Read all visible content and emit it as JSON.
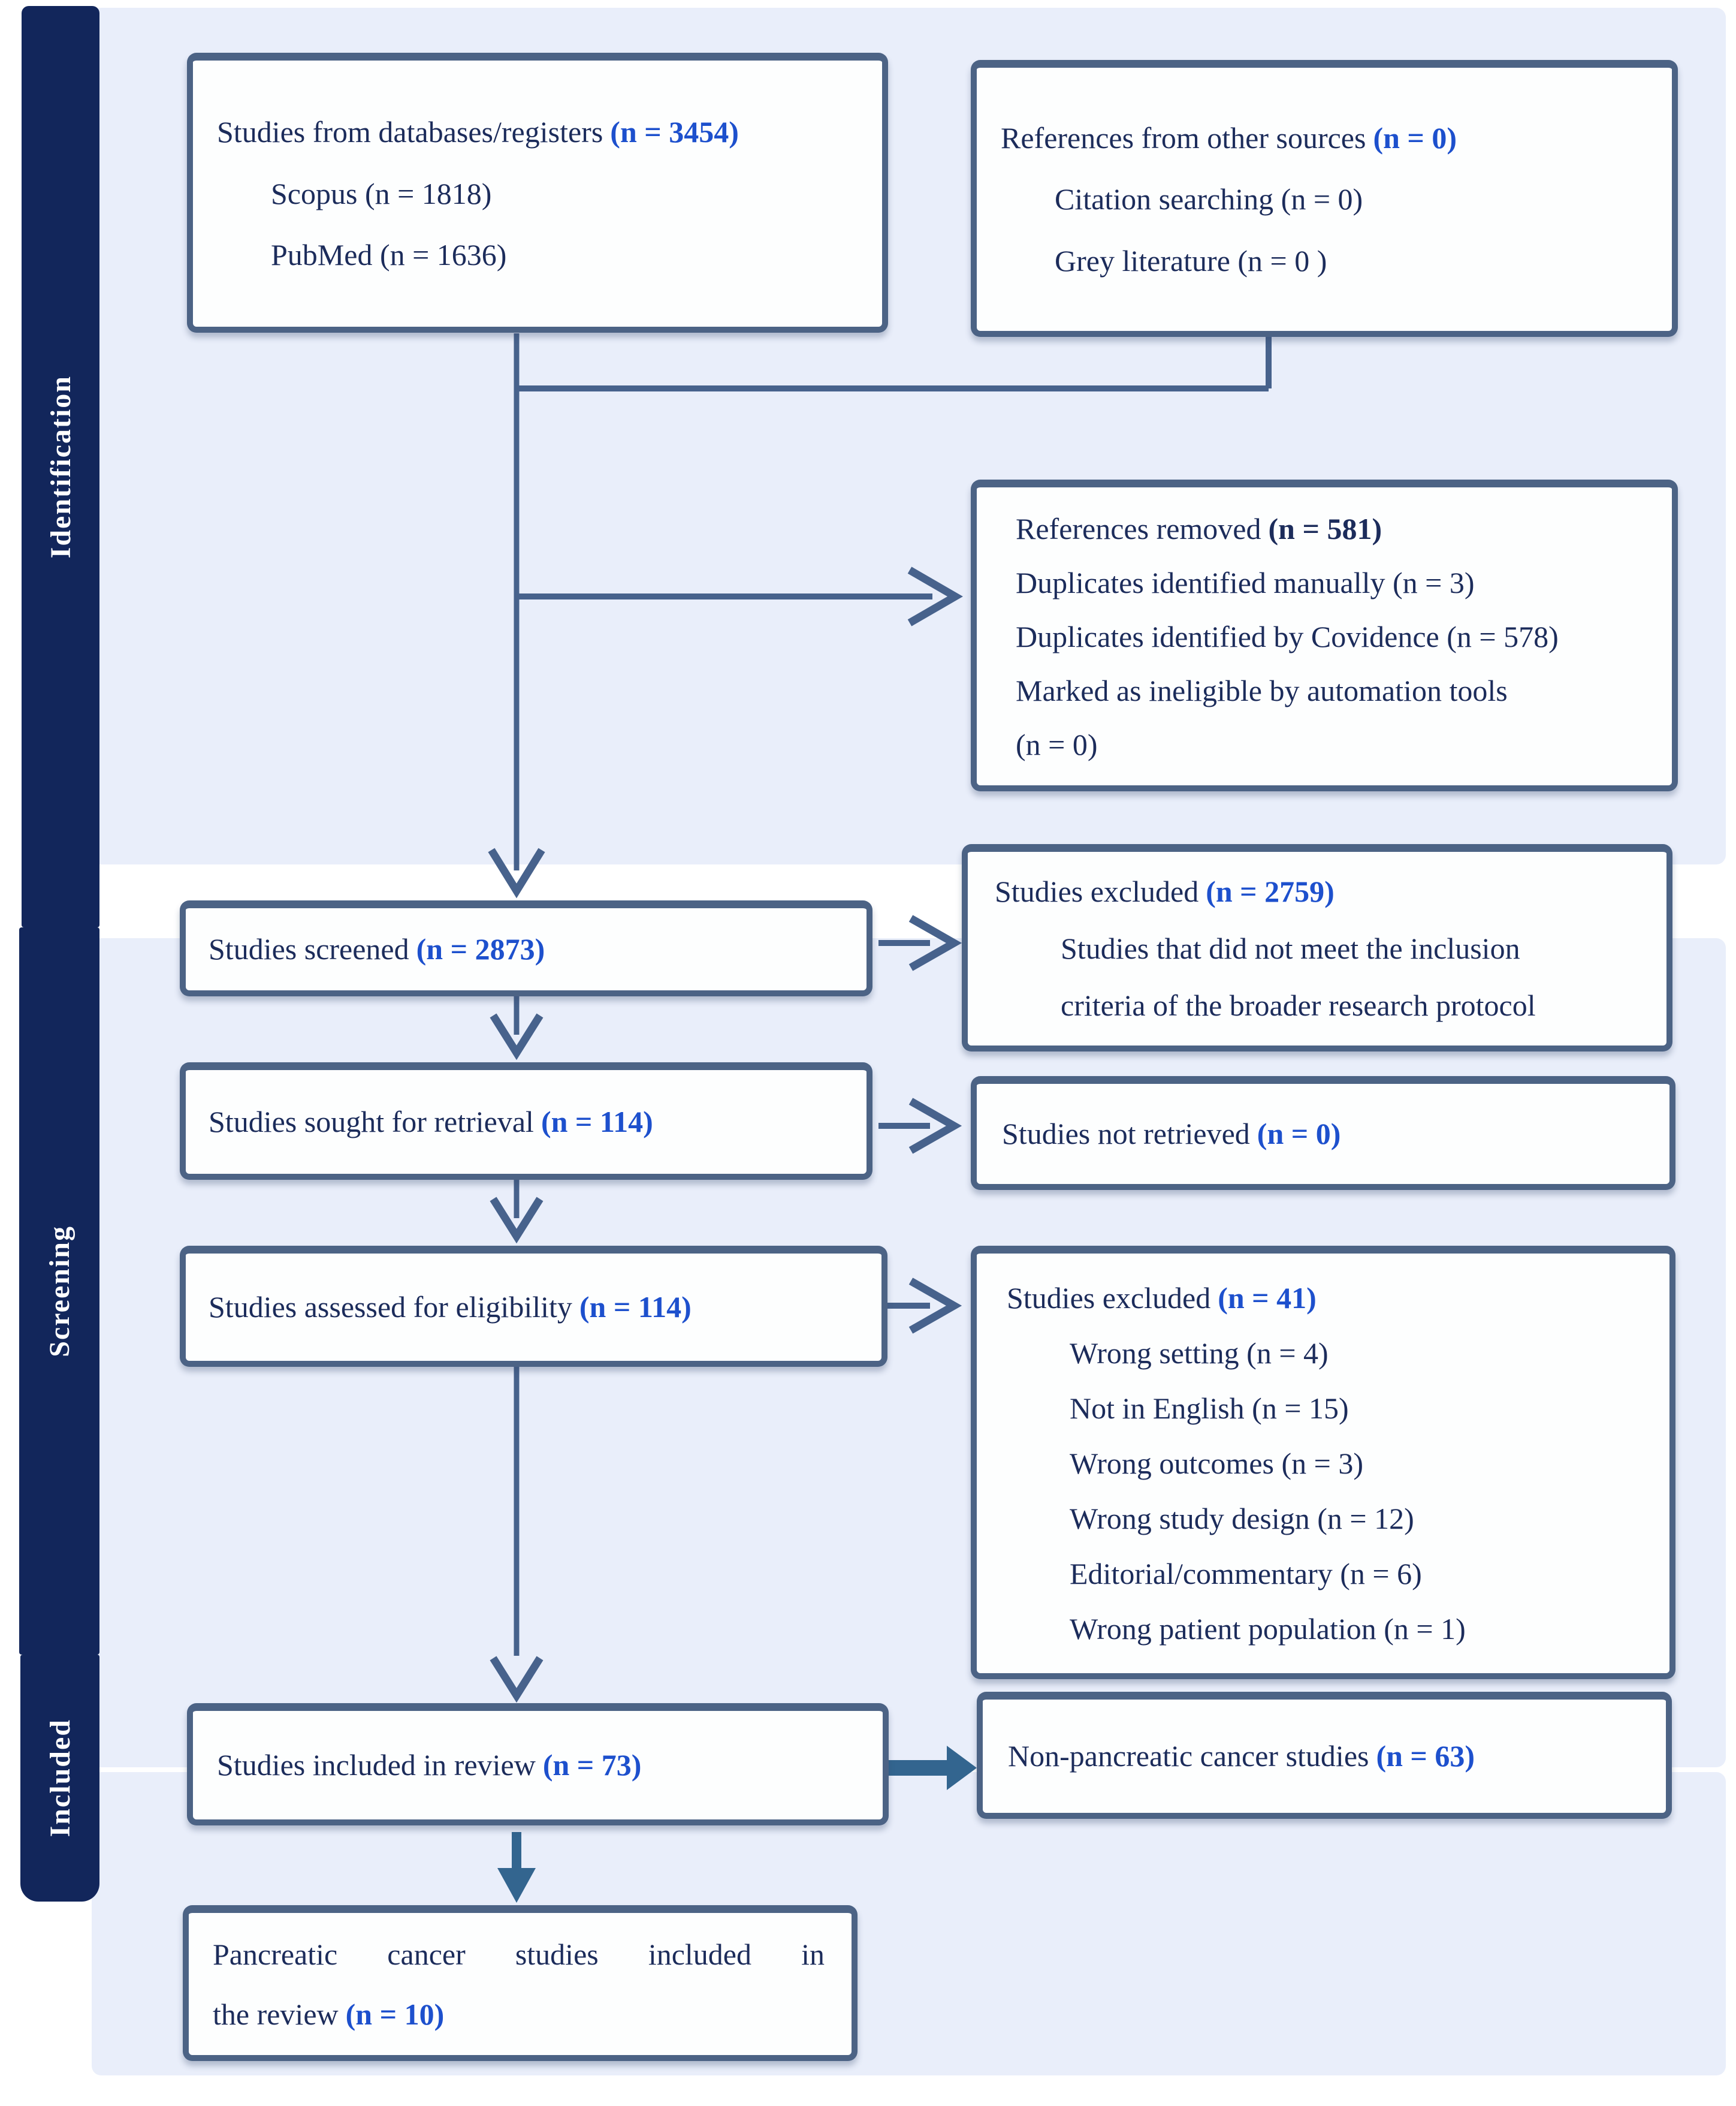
{
  "sidebar": {
    "sections": [
      {
        "label": "Identification"
      },
      {
        "label": "Screening"
      },
      {
        "label": "Included"
      }
    ]
  },
  "boxes": {
    "databases": {
      "main": "Studies from databases/registers",
      "n": "(n = 3454)",
      "items": [
        "Scopus (n = 1818)",
        "PubMed (n = 1636)"
      ]
    },
    "other_sources": {
      "main": "References from other sources",
      "n": "(n = 0)",
      "items": [
        "Citation searching (n = 0)",
        "Grey literature (n = 0 )"
      ]
    },
    "references_removed": {
      "main": "References removed",
      "n": "(n = 581)",
      "items": [
        "Duplicates identified manually (n = 3)",
        "Duplicates identified by Covidence (n = 578)",
        "Marked as ineligible by automation tools",
        "(n = 0)"
      ]
    },
    "screened": {
      "main": "Studies screened",
      "n": "(n = 2873)"
    },
    "excluded_screening": {
      "main": "Studies excluded",
      "n": "(n = 2759)",
      "items": [
        "Studies that did not meet the inclusion",
        "criteria of the broader research protocol"
      ]
    },
    "sought": {
      "main": "Studies sought for retrieval",
      "n": "(n = 114)"
    },
    "not_retrieved": {
      "main": "Studies not retrieved",
      "n": "(n = 0)"
    },
    "assessed": {
      "main": "Studies assessed for eligibility",
      "n": "(n = 114)"
    },
    "excluded_eligibility": {
      "main": "Studies excluded",
      "n": "(n = 41)",
      "items": [
        "Wrong setting (n = 4)",
        "Not in English (n = 15)",
        "Wrong outcomes (n = 3)",
        "Wrong study design (n = 12)",
        "Editorial/commentary (n = 6)",
        "Wrong patient population (n = 1)"
      ]
    },
    "included_review": {
      "main": "Studies included in review",
      "n": "(n = 73)"
    },
    "non_pancreatic": {
      "main": "Non-pancreatic cancer studies",
      "n": "(n = 63)"
    },
    "pancreatic": {
      "line1": "Pancreatic cancer studies included in",
      "line2": "the review",
      "n": "(n = 10)"
    }
  },
  "colors": {
    "navy": "#12265b",
    "navy_text": "#1c2c5b",
    "accent_blue": "#1d50cd",
    "slate": "#4c6385",
    "panel": "#e9eefa",
    "thick_arrow": "#33658f"
  }
}
